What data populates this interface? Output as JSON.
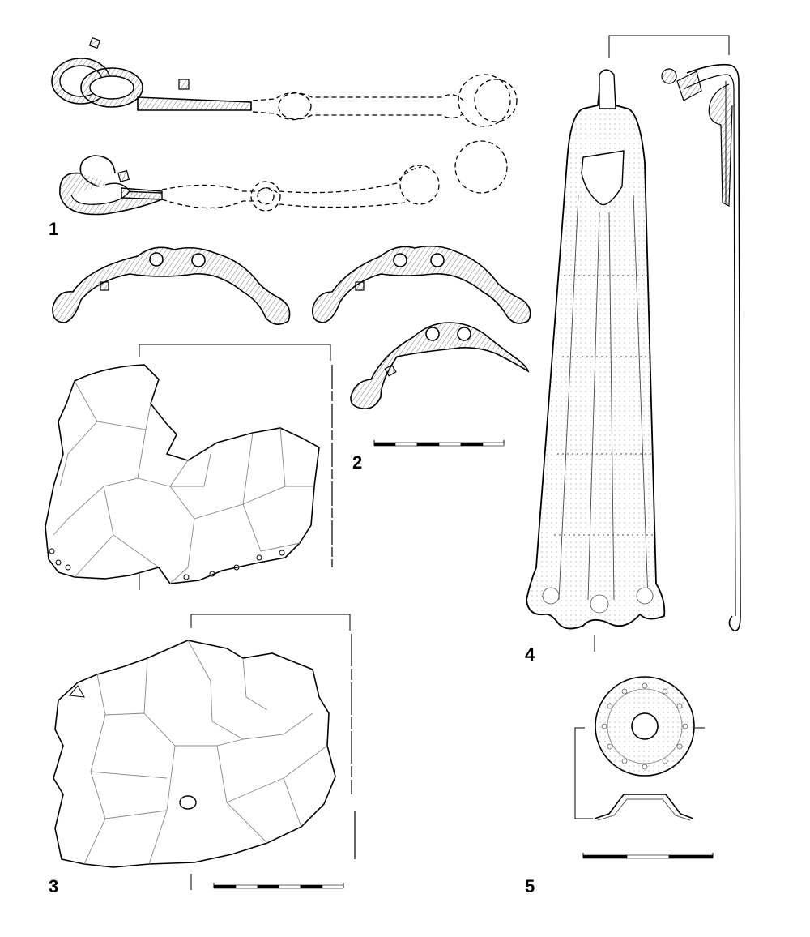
{
  "figure": {
    "labels": [
      "1",
      "2",
      "3",
      "4",
      "5"
    ],
    "colors": {
      "ink": "#000000",
      "fill": "#f4f4f4",
      "hatch": "#7a7a7a"
    }
  }
}
